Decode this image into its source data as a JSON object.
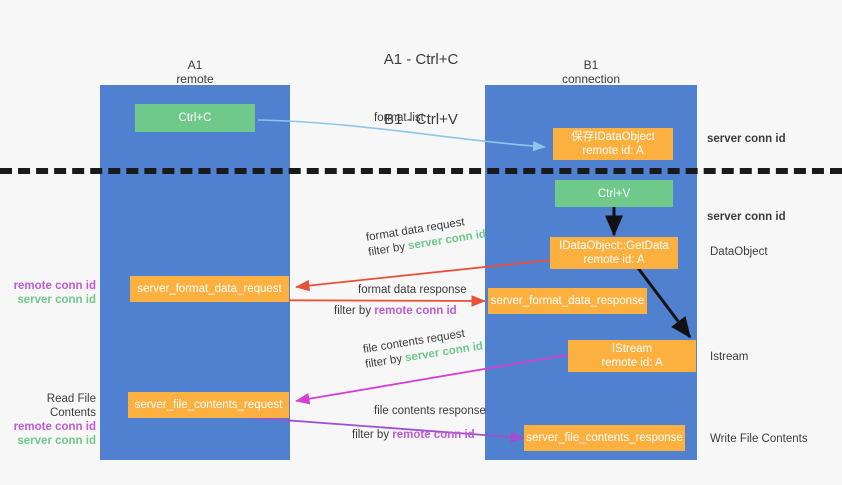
{
  "title": {
    "line1": "A1 - Ctrl+C",
    "line2": "B1 - Ctrl+V"
  },
  "lanes": [
    {
      "id": "a1",
      "title": "A1",
      "subtitle": "remote",
      "color": "#4f81d0"
    },
    {
      "id": "b1",
      "title": "B1",
      "subtitle": "connection",
      "color": "#4f81d0"
    }
  ],
  "colors": {
    "lane": "#4f81d0",
    "green_node": "#6fc98a",
    "orange_node": "#fbb040",
    "green_text": "#6fc98a",
    "purple_text": "#c15ad6",
    "blue_arrow": "#8ec6e8",
    "red_arrow": "#e8503a",
    "magenta_arrow": "#d53fd5",
    "purple_arrow": "#a04fd0",
    "black_arrow": "#111111",
    "background": "#f7f7f7"
  },
  "nodes": {
    "ctrl_c": {
      "label": "Ctrl+C",
      "style": "green"
    },
    "save_idataobject": {
      "line1": "保存IDataObject",
      "line2": "remote id: A",
      "style": "orange"
    },
    "ctrl_v": {
      "label": "Ctrl+V",
      "style": "green"
    },
    "idataobject_getdata": {
      "line1": "IDataObject::GetData",
      "line2": "remote id: A",
      "style": "orange"
    },
    "server_format_data_request": {
      "label": "server_format_data_request",
      "style": "orange"
    },
    "server_format_data_response": {
      "label": "server_format_data_response",
      "style": "orange"
    },
    "istream": {
      "line1": "IStream",
      "line2": "remote id: A",
      "style": "orange"
    },
    "server_file_contents_request": {
      "label": "server_file_contents_request",
      "style": "orange"
    },
    "server_file_contents_response": {
      "label": "server_file_contents_response",
      "style": "orange"
    }
  },
  "right_labels": [
    {
      "id": "server-conn-id-1",
      "text": "server conn id",
      "style": "green"
    },
    {
      "id": "server-conn-id-2",
      "text": "server conn id",
      "style": "green"
    },
    {
      "id": "dataobject",
      "text": "DataObject",
      "style": "plain"
    },
    {
      "id": "istream",
      "text": "Istream",
      "style": "plain"
    },
    {
      "id": "write-file-contents",
      "text": "Write File Contents",
      "style": "plain"
    }
  ],
  "left_labels": {
    "group1": {
      "remote": "remote conn id",
      "server": "server conn id"
    },
    "group2": {
      "heading": "Read File Contents",
      "remote": "remote conn id",
      "server": "server conn id"
    }
  },
  "edge_labels": {
    "format_list": "format list",
    "format_data_request": {
      "line1": "format data request",
      "filter_prefix": "filter by ",
      "filter_key": "server conn id",
      "filter_style": "green"
    },
    "format_data_response": {
      "line1": "format data response",
      "filter_prefix": "filter by ",
      "filter_key": "remote conn id",
      "filter_style": "purple"
    },
    "file_contents_request": {
      "line1": "file contents request",
      "filter_prefix": "filter by ",
      "filter_key": "server conn id",
      "filter_style": "green"
    },
    "file_contents_response": {
      "line1": "file contents response",
      "filter_prefix": "filter by ",
      "filter_key": "remote conn id",
      "filter_style": "purple"
    }
  }
}
